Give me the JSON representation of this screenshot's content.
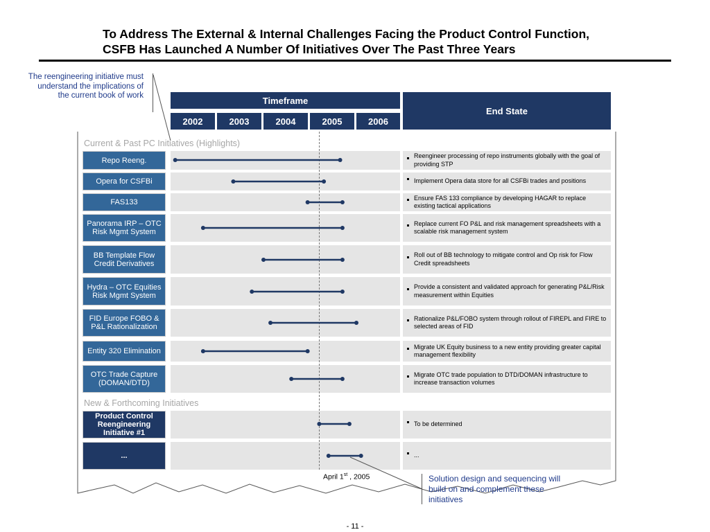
{
  "title_line1": "To Address The External & Internal Challenges Facing the Product Control Function,",
  "title_line2": "CSFB Has Launched A Number Of Initiatives Over The Past Three Years",
  "note_left": "The reengineering initiative must understand the implications of the current book of work",
  "note_right": "Solution design and sequencing will build on and complement these initiatives",
  "header": {
    "timeframe": "Timeframe",
    "end_state": "End State",
    "years": [
      "2002",
      "2003",
      "2004",
      "2005",
      "2006"
    ]
  },
  "sections": {
    "current": "Current & Past PC Initiatives (Highlights)",
    "new": "New & Forthcoming Initiatives"
  },
  "marker": {
    "date": "April 1",
    "sup": "st",
    "year": " , 2005"
  },
  "page_number": "- 11 -",
  "timeline_range": {
    "start_year": 2002,
    "end_year": 2007
  },
  "current_initiatives": [
    {
      "label": "Repo Reeng.",
      "end_state": "Reengineer processing of repo instruments globally with the goal of providing STP",
      "start": 2002.1,
      "end": 2005.65
    },
    {
      "label": "Opera for CSFBi",
      "end_state": "Implement Opera data store for all CSFBi trades and positions",
      "start": 2003.35,
      "end": 2005.3
    },
    {
      "label": "FAS133",
      "end_state": "Ensure FAS 133 compliance by developing HAGAR to replace existing tactical applications",
      "start": 2004.95,
      "end": 2005.7
    },
    {
      "label": "Panorama IRP – OTC Risk Mgmt System",
      "end_state": "Replace current FO P&L and risk management spreadsheets with a scalable risk management system",
      "start": 2002.7,
      "end": 2005.7
    },
    {
      "label": "BB Template Flow Credit Derivatives",
      "end_state": "Roll out of BB technology to mitigate control and Op risk for Flow Credit spreadsheets",
      "start": 2004.0,
      "end": 2005.7
    },
    {
      "label": "Hydra – OTC Equities Risk Mgmt System",
      "end_state": "Provide a consistent and validated approach for generating P&L/Risk measurement within Equities",
      "start": 2003.75,
      "end": 2005.7
    },
    {
      "label": "FID Europe FOBO & P&L Rationalization",
      "end_state": "Rationalize P&L/FOBO system through rollout of FIREPL and FIRE to selected areas of FID",
      "start": 2004.15,
      "end": 2006.0
    },
    {
      "label": "Entity 320 Elimination",
      "end_state": "Migrate UK Equity business to a new entity providing greater capital management flexibility",
      "start": 2002.7,
      "end": 2004.95
    },
    {
      "label": "OTC Trade Capture (DOMAN/DTD)",
      "end_state": "Migrate OTC trade population to DTD/DOMAN infrastructure to increase transaction volumes",
      "start": 2004.6,
      "end": 2005.7
    }
  ],
  "new_initiatives": [
    {
      "label": "Product Control Reengineering Initiative #1",
      "end_state": "To be determined",
      "start": 2005.2,
      "end": 2005.85
    },
    {
      "label": "...",
      "end_state": "...",
      "start": 2005.4,
      "end": 2006.1
    }
  ],
  "colors": {
    "navy": "#1f3864",
    "steel_blue": "#336799",
    "band_gray": "#e5e5e5",
    "note_blue": "#1f3a8a"
  }
}
